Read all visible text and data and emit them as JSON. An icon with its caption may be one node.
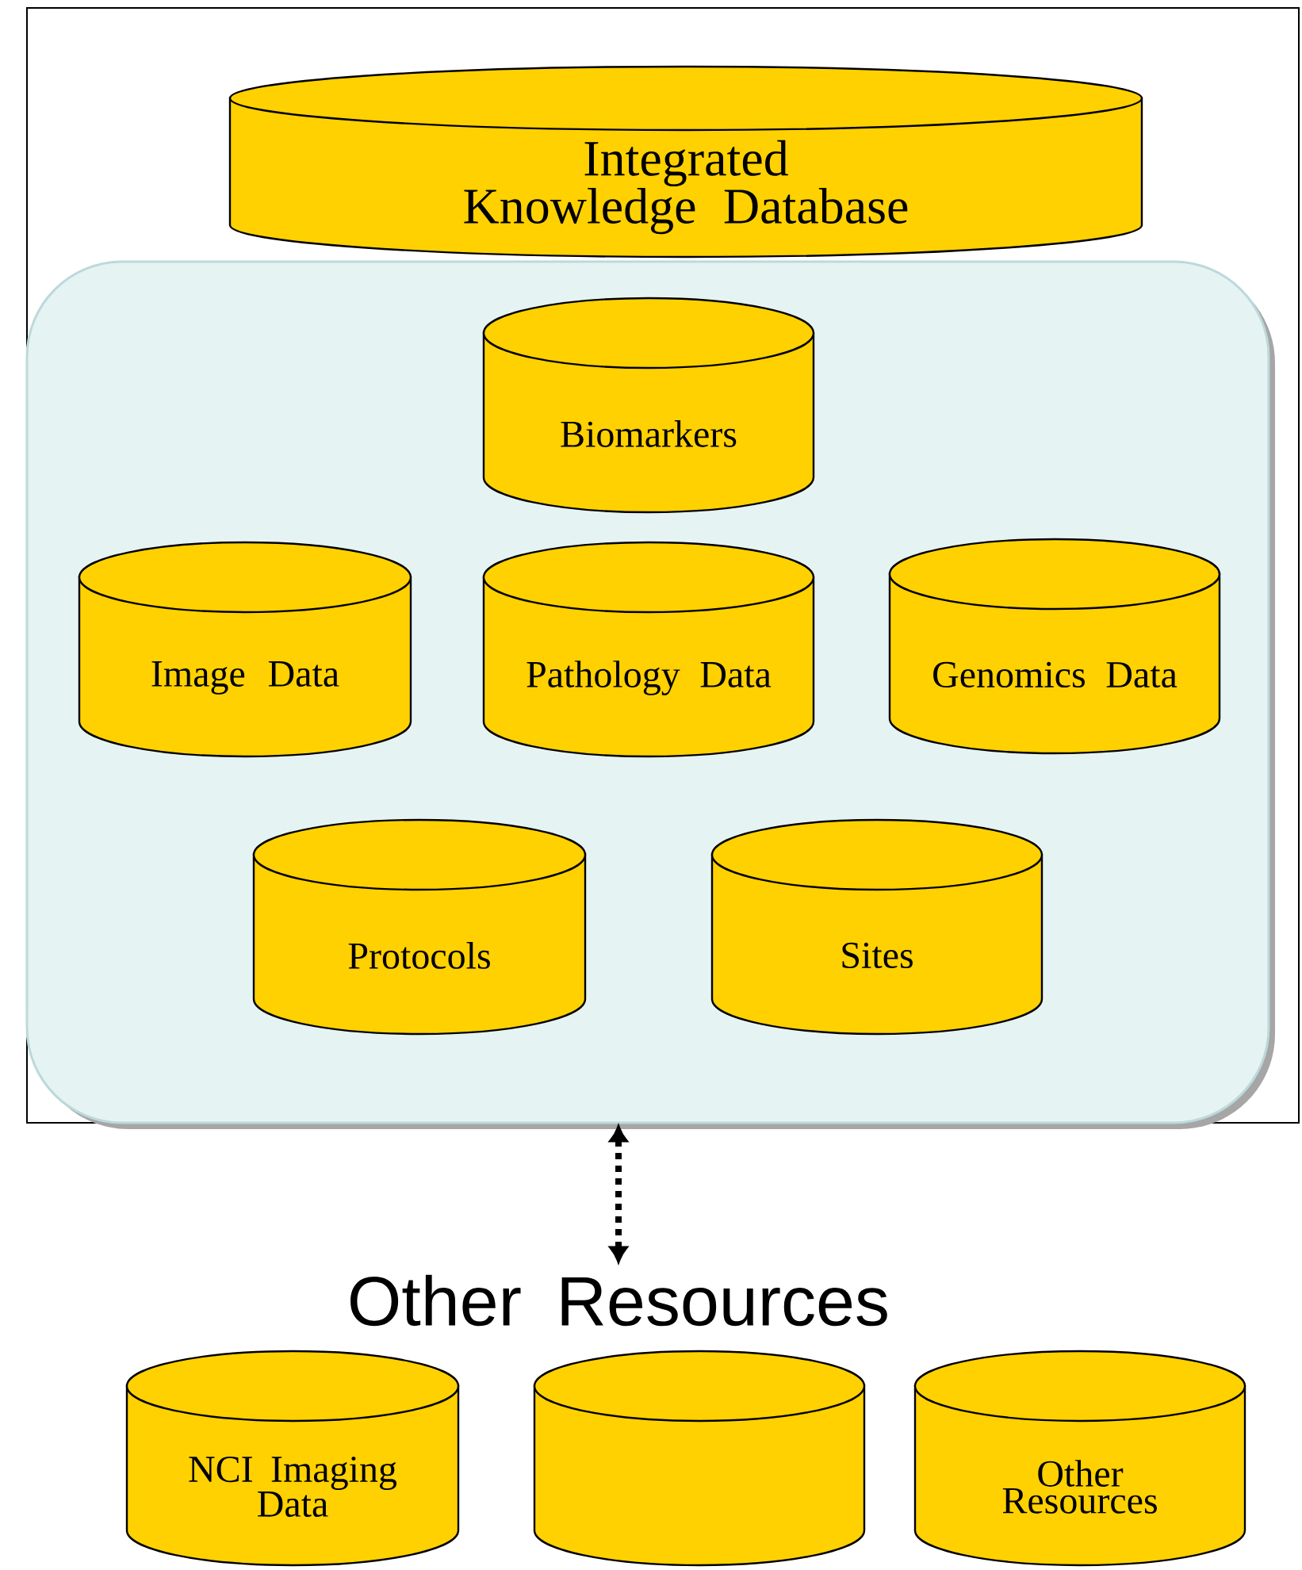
{
  "diagram": {
    "nodes": [
      {
        "text": [],
        "shape": "box"
      },
      {
        "text": [
          "Integrated Knowledge Database"
        ],
        "in": 0
      },
      {
        "text": [],
        "shape": "box",
        "in": 0
      },
      {
        "text": [
          "Biomarkers"
        ],
        "in": 2
      },
      {
        "text": [
          "Image Data"
        ],
        "in": 2
      },
      {
        "text": [
          "Pathology Data"
        ],
        "in": 2
      },
      {
        "text": [
          "Genomics Data"
        ],
        "in": 2
      },
      {
        "text": [
          "Protocols"
        ],
        "in": 2
      },
      {
        "text": [
          "Sites"
        ],
        "in": 2
      },
      {
        "text": [
          "Other Resources"
        ]
      },
      {
        "text": [
          "NCI Imaging Data"
        ]
      },
      {
        "text": [],
        "shape": "cylinder"
      },
      {
        "text": [
          "Other Resources"
        ]
      }
    ],
    "edges": [
      {
        "from": 0,
        "to": 9,
        "arrow": "both",
        "style": "dashed"
      }
    ]
  }
}
